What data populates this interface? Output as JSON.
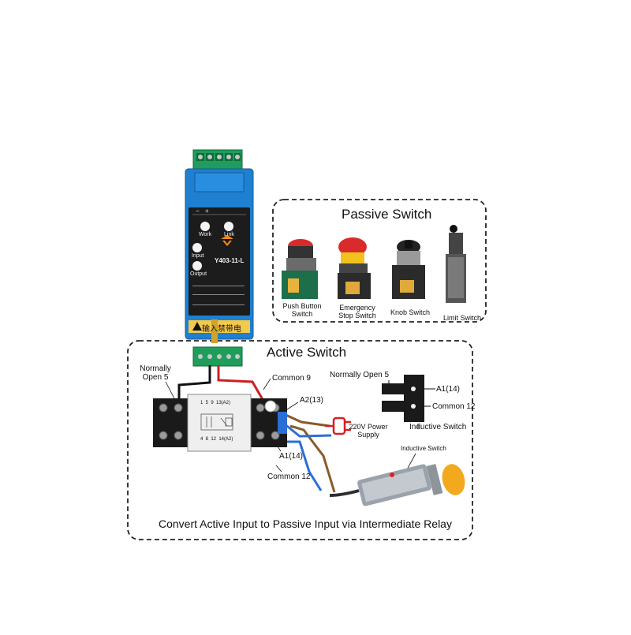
{
  "passive_section": {
    "title": "Passive Switch",
    "items": [
      {
        "label_line1": "Push Button",
        "label_line2": "Switch"
      },
      {
        "label_line1": "Emergency",
        "label_line2": "Stop Switch"
      },
      {
        "label_line1": "Knob Switch",
        "label_line2": ""
      },
      {
        "label_line1": "Limit Switch",
        "label_line2": ""
      }
    ]
  },
  "module": {
    "model": "Y403-11-L",
    "indicators": {
      "work": "Work",
      "link": "Link",
      "input": "Input",
      "output": "Output"
    },
    "warning_text": "输入禁带电",
    "terminal_signs": {
      "minus": "−",
      "plus": "+"
    }
  },
  "active_section": {
    "title": "Active Switch",
    "relay_labels": {
      "normally_open_line1": "Normally",
      "normally_open_line2": "Open 5",
      "common9": "Common 9",
      "a2": "A2(13)",
      "a1": "A1(14)",
      "common12": "Common 12"
    },
    "relay_face": {
      "row1": "1  5  9  13(A2)",
      "row2": "4  8  12  14(A2)"
    },
    "power_supply": {
      "line1": "220V Power",
      "line2": "Supply"
    },
    "inductive_switch_symbol": {
      "normally_open": "Normally Open 5",
      "a1": "A1(14)",
      "common12": "Common 12",
      "title": "Inductive Switch"
    },
    "sensor_label": "Inductive Switch",
    "caption": "Convert Active Input to Passive Input via Intermediate Relay"
  },
  "colors": {
    "module_blue": "#1f7fd1",
    "terminal_green": "#1e9e5a",
    "wire_red": "#cc2020",
    "wire_black": "#111111",
    "wire_blue": "#2a6fd6",
    "wire_brown": "#8a5a2b",
    "sensor_orange": "#f2a91d"
  }
}
